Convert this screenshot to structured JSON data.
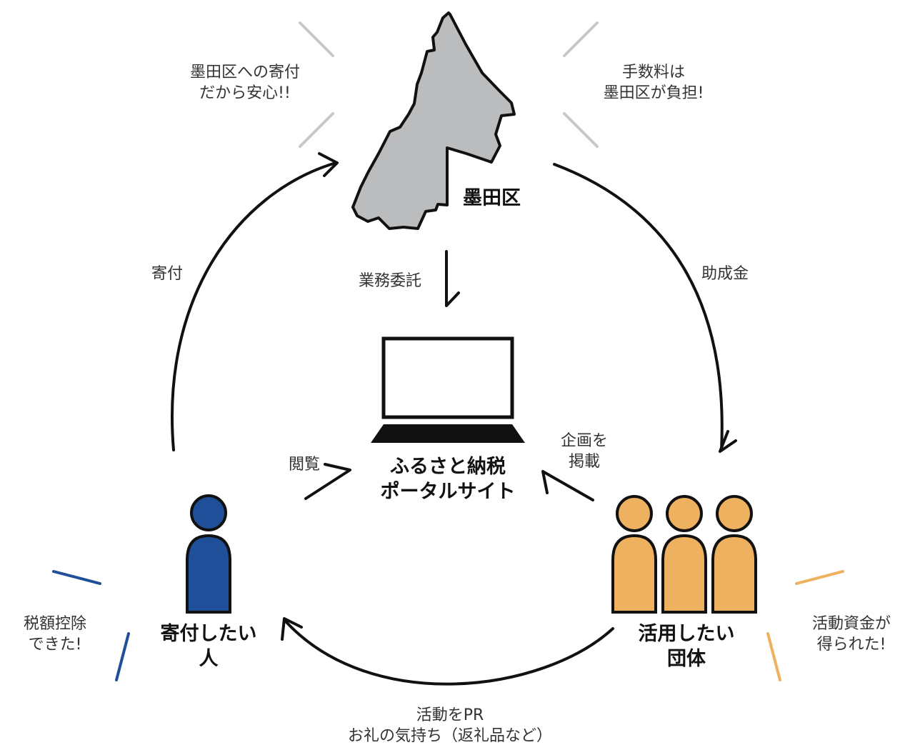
{
  "nodes": {
    "sumida": "墨田区",
    "portal_line1": "ふるさと納税",
    "portal_line2": "ポータルサイト",
    "donor_line1": "寄付したい",
    "donor_line2": "人",
    "orgs_line1": "活用したい",
    "orgs_line2": "団体"
  },
  "edges": {
    "donation": "寄付",
    "subsidy": "助成金",
    "outsourcing": "業務委託",
    "browse": "閲覧",
    "post_line1": "企画を",
    "post_line2": "掲載",
    "pr_line1": "活動をPR",
    "pr_line2": "お礼の気持ち（返礼品など）"
  },
  "callouts": {
    "safe_line1": "墨田区への寄付",
    "safe_line2": "だから安心!!",
    "fee_line1": "手数料は",
    "fee_line2": "墨田区が負担!",
    "tax_line1": "税額控除",
    "tax_line2": "できた!",
    "funds_line1": "活動資金が",
    "funds_line2": "得られた!"
  },
  "colors": {
    "map_fill": "#bbbcbe",
    "donor": "#1f4f99",
    "orgs": "#eeb15f",
    "accent_gray": "#c8c8c8",
    "line": "#111111"
  }
}
